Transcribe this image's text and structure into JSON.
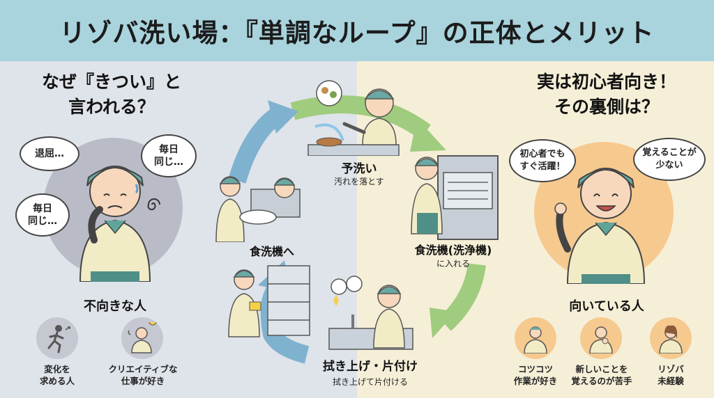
{
  "title": "リゾバ洗い場：『単調なループ』の正体とメリット",
  "left": {
    "heading_line1": "なぜ『きつい』と",
    "heading_line2": "言われる？",
    "bubbles": [
      "退屈…",
      "毎日\n同じ…",
      "毎日\n同じ…"
    ],
    "section_title": "不向きな人",
    "icons": [
      {
        "icon": "running-person-icon",
        "caption": "変化を\n求める人"
      },
      {
        "icon": "idea-person-icon",
        "caption": "クリエイティブな\n仕事が好き"
      }
    ]
  },
  "cycle": {
    "steps": [
      {
        "label": "予洗い",
        "sub": "汚れを落とす"
      },
      {
        "label": "食洗機(洗浄機)",
        "sub": "に入れる"
      },
      {
        "label": "拭き上げ・片付け",
        "sub": "拭き上げて片付ける"
      },
      {
        "label": "食洗機へ",
        "sub": ""
      }
    ],
    "colors": {
      "green": "#9fcc7e",
      "blue": "#7fb2cf"
    }
  },
  "right": {
    "heading_line1": "実は初心者向き！",
    "heading_line2": "その裏側は？",
    "bubbles": [
      "初心者でも\nすぐ活躍！",
      "覚えることが\n少ない"
    ],
    "section_title": "向いている人",
    "icons": [
      {
        "icon": "worker-icon",
        "caption": "コツコツ\n作業が好き"
      },
      {
        "icon": "thinking-person-icon",
        "caption": "新しいことを\n覚えるのが苦手"
      },
      {
        "icon": "beginner-woman-icon",
        "caption": "リゾバ\n未経験"
      }
    ]
  }
}
